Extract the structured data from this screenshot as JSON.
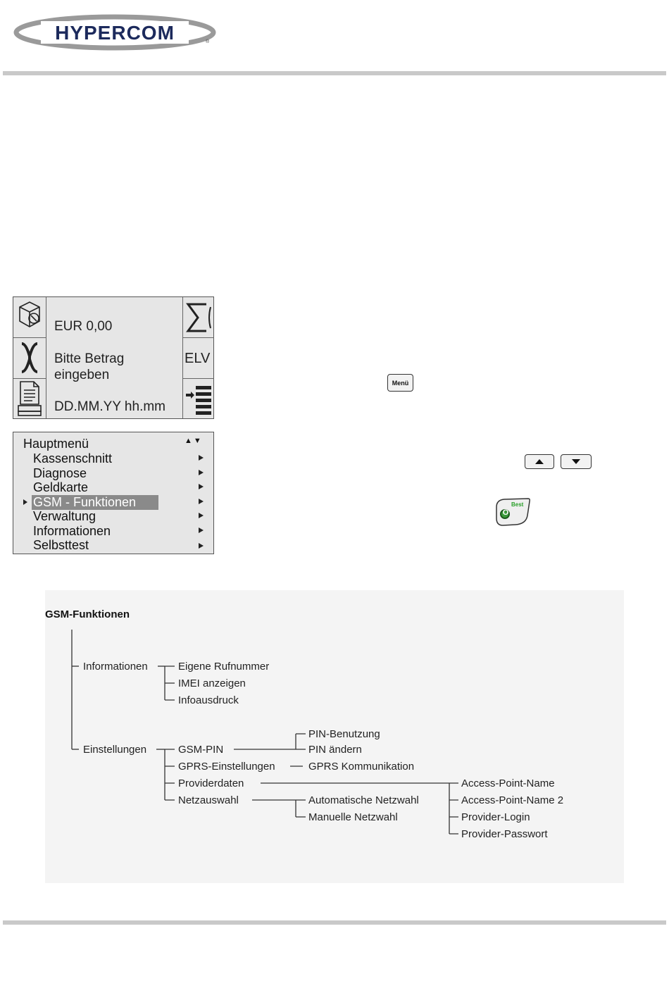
{
  "header": {
    "logo_text": "HYPERCOM",
    "logo_mark": "®"
  },
  "screen_idle": {
    "amount": "EUR 0,00",
    "prompt_line1": "Bitte Betrag",
    "prompt_line2": "eingeben",
    "datetime": "DD.MM.YY hh.mm",
    "softkey_right_middle": "ELV",
    "icons_left": [
      "cash-register-icon",
      "cancel-x-icon",
      "receipt-printer-icon"
    ],
    "icons_right": [
      "sigma-total-icon",
      "elv-text",
      "menu-list-icon"
    ]
  },
  "screen_menu": {
    "title": "Hauptmenü",
    "scroll_indicator": "▲▼",
    "items": [
      {
        "label": "Kassenschnitt",
        "selected": false
      },
      {
        "label": "Diagnose",
        "selected": false
      },
      {
        "label": "Geldkarte",
        "selected": false
      },
      {
        "label": "GSM - Funktionen",
        "selected": true
      },
      {
        "label": "Verwaltung",
        "selected": false
      },
      {
        "label": "Informationen",
        "selected": false
      },
      {
        "label": "Selbsttest",
        "selected": false
      }
    ]
  },
  "keys": {
    "menu_key": "Menü",
    "confirm_key": "Best",
    "confirm_symbol": "O"
  },
  "diagram": {
    "title": "GSM-Funktionen",
    "informationen": {
      "label": "Informationen",
      "children": [
        "Eigene Rufnummer",
        "IMEI anzeigen",
        "Infoausdruck"
      ]
    },
    "einstellungen": {
      "label": "Einstellungen",
      "gsm_pin": {
        "label": "GSM-PIN",
        "children": [
          "PIN-Benutzung",
          "PIN ändern"
        ]
      },
      "gprs": {
        "label": "GPRS-Einstellungen",
        "children": [
          "GPRS Kommunikation"
        ]
      },
      "provider": {
        "label": "Providerdaten",
        "children": [
          "Access-Point-Name",
          "Access-Point-Name 2",
          "Provider-Login",
          "Provider-Passwort"
        ]
      },
      "netz": {
        "label": "Netzauswahl",
        "children": [
          "Automatische Netzwahl",
          "Manuelle Netzwahl"
        ]
      }
    }
  }
}
